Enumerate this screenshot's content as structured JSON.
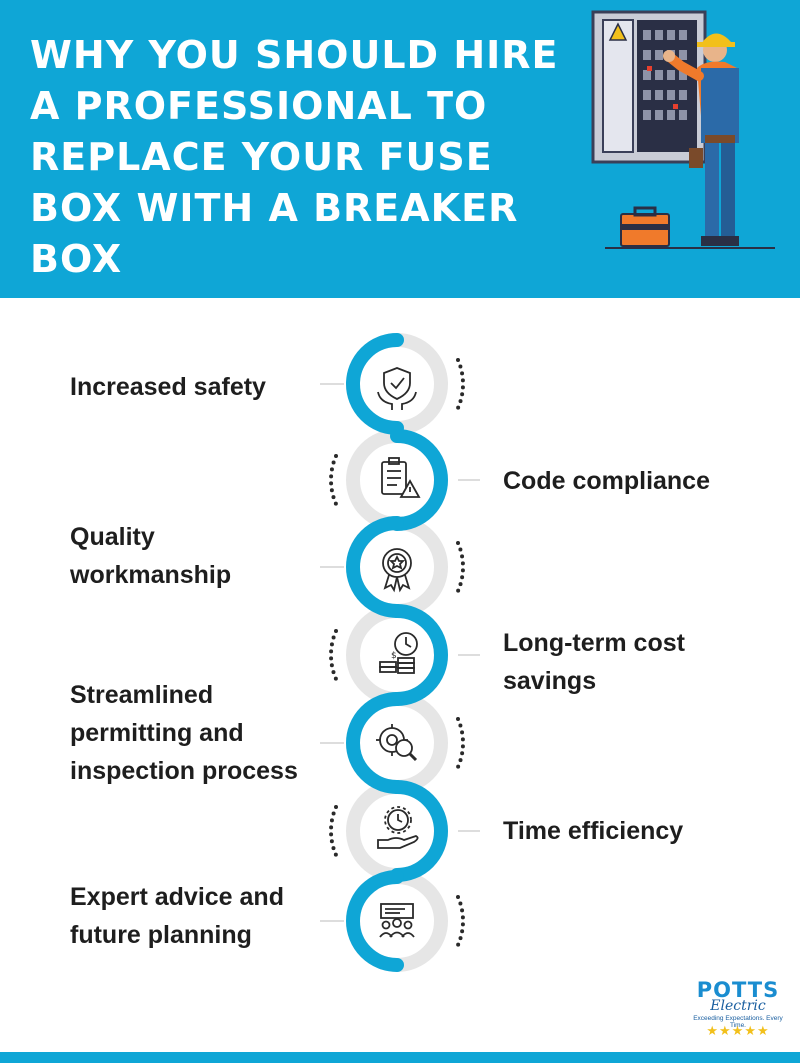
{
  "header": {
    "title": "WHY YOU SHOULD HIRE A PROFESSIONAL TO REPLACE YOUR FUSE BOX WITH A BREAKER BOX"
  },
  "colors": {
    "accent": "#0fa6d6",
    "ring_gray": "#e6e6e6",
    "text": "#1e1e1e"
  },
  "items": [
    {
      "label": "Increased safety",
      "side": "left",
      "icon": "shield-hands-icon"
    },
    {
      "label": "Code compliance",
      "side": "right",
      "icon": "checklist-warning-icon"
    },
    {
      "label": "Quality workmanship",
      "side": "left",
      "icon": "award-badge-icon"
    },
    {
      "label": "Long-term cost savings",
      "side": "right",
      "icon": "clock-coins-icon"
    },
    {
      "label": "Streamlined permitting and inspection process",
      "side": "left",
      "icon": "gear-magnifier-icon"
    },
    {
      "label": "Time efficiency",
      "side": "right",
      "icon": "hand-gear-clock-icon"
    },
    {
      "label": "Expert advice and future planning",
      "side": "left",
      "icon": "team-presentation-icon"
    }
  ],
  "logo": {
    "name": "POTTS",
    "script": "Electric",
    "tagline": "Exceeding Expectations. Every Time.",
    "stars": "★★★★★"
  }
}
